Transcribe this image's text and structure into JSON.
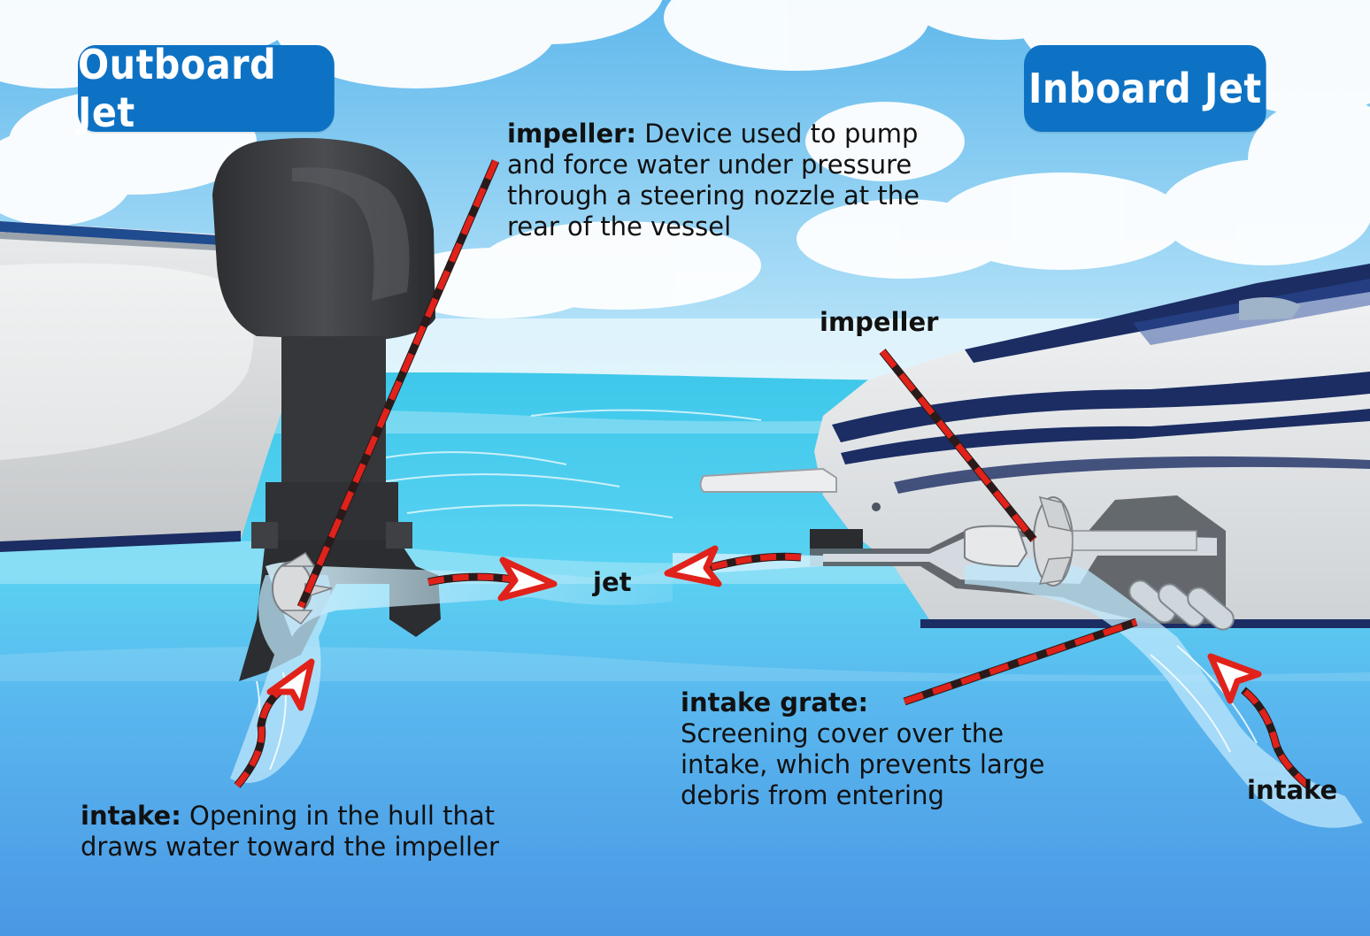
{
  "titles": {
    "outboard": "Outboard Jet",
    "inboard": "Inboard Jet"
  },
  "labels": {
    "impeller_outboard": {
      "term": "impeller:",
      "description": "Device used to pump and force water under pressure through a steering nozzle at the rear of the vessel"
    },
    "impeller_inboard": "impeller",
    "jet": "jet",
    "intake_grate": {
      "term": "intake grate:",
      "description": "Screening cover over the intake, which prevents large debris from entering"
    },
    "intake_outboard": {
      "term": "intake:",
      "description": "Opening in the hull that draws water toward the impeller"
    },
    "intake_inboard": "intake"
  },
  "colors": {
    "title_box": "#0e72c4",
    "leader_red": "#e0221a",
    "leader_dark": "#2a1a1a",
    "sky_top": "#5fb8ec",
    "water_top": "#35c8ea",
    "water_bottom": "#4d9fe6",
    "motor": "#3b3d40",
    "hull_outboard": "#d8dadb",
    "hull_inboard": "#e4e6e8",
    "hull_stripe": "#1b2d63"
  }
}
